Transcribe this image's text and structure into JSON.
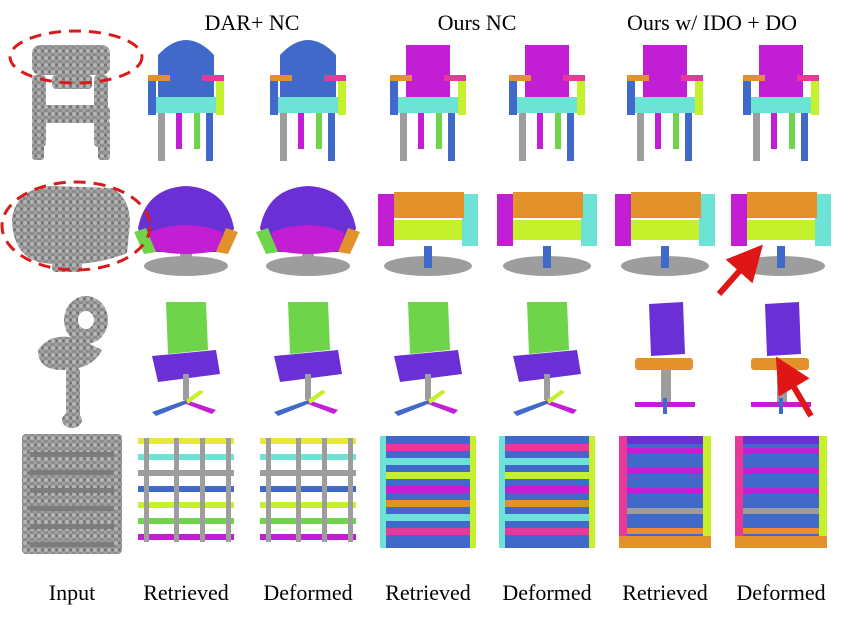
{
  "headers": [
    "DAR+ NC",
    "Ours NC",
    "Ours w/ IDO + DO"
  ],
  "column_labels": [
    "Input",
    "Retrieved",
    "Deformed",
    "Retrieved",
    "Deformed",
    "Retrieved",
    "Deformed"
  ],
  "rows": [
    {
      "type": "armchair",
      "input": "point-cloud-armchair",
      "highlight_input": true,
      "arrow_last": false
    },
    {
      "type": "lounge-chair",
      "input": "point-cloud-lounge",
      "highlight_input": true,
      "arrow_last": true
    },
    {
      "type": "swivel-chair",
      "input": "point-cloud-swivel",
      "highlight_input": false,
      "arrow_last": true
    },
    {
      "type": "bookshelf",
      "input": "point-cloud-bookshelf",
      "highlight_input": false,
      "arrow_last": false
    }
  ],
  "colors": {
    "blue": "#4169c9",
    "magenta": "#c21fd4",
    "cyan": "#6de3d6",
    "lime": "#c4f02c",
    "orange": "#e3922b",
    "purple": "#6b2fd6",
    "green": "#6ed44a",
    "gray": "#9d9d9d",
    "pink": "#e8389a",
    "yellow": "#e8e83a",
    "red": "#d81a1a",
    "cloud": "#8e8e8e"
  }
}
